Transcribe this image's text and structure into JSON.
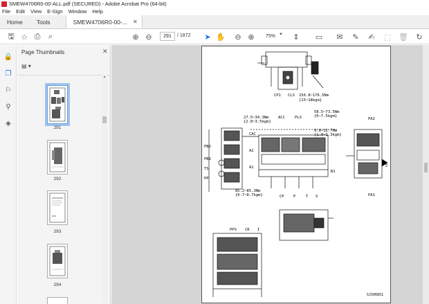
{
  "window": {
    "title": "SMEW4706R0-00-ALL.pdf (SECURED) - Adobe Acrobat Pro (64-bit)"
  },
  "menu": [
    "File",
    "Edit",
    "View",
    "E-Sign",
    "Window",
    "Help"
  ],
  "tabs": {
    "home": "Home",
    "tools": "Tools",
    "document": "SMEW4706R0-00-..."
  },
  "toolbar": {
    "current_page": "291",
    "total_pages": "/ 1872",
    "zoom": "75%"
  },
  "panel": {
    "title": "Page Thumbnails",
    "thumbnails": [
      {
        "label": "291",
        "selected": true
      },
      {
        "label": "292",
        "selected": false
      },
      {
        "label": "293",
        "selected": false
      },
      {
        "label": "294",
        "selected": false
      }
    ]
  },
  "drawing": {
    "top_labels": [
      "CP1",
      "CLS",
      "156.8~176.5Nm",
      "{15~18kgm}"
    ],
    "left_labels": [
      "CAC",
      "PB2",
      "PB1",
      "TS",
      "PP",
      "A2",
      "A1"
    ],
    "right_labels": [
      "PA2",
      "PA1",
      "B1",
      "Z"
    ],
    "torque_labels": [
      "27.5~34.3Nm",
      "{2.8~3.5kgm}",
      "58.5~73.5Nm",
      "{6~7.5kgm}",
      "9.8~12.7Nm",
      "{1.0~1.3kgm}",
      "85.2~85.3Nm",
      "{6.7~8.7kgm}"
    ],
    "mid_labels": [
      "ACC",
      "PLS",
      "CP",
      "P",
      "T",
      "S"
    ],
    "bottom_labels": [
      "PPS",
      "CR",
      "I"
    ],
    "figure_code": "SJS06851"
  }
}
